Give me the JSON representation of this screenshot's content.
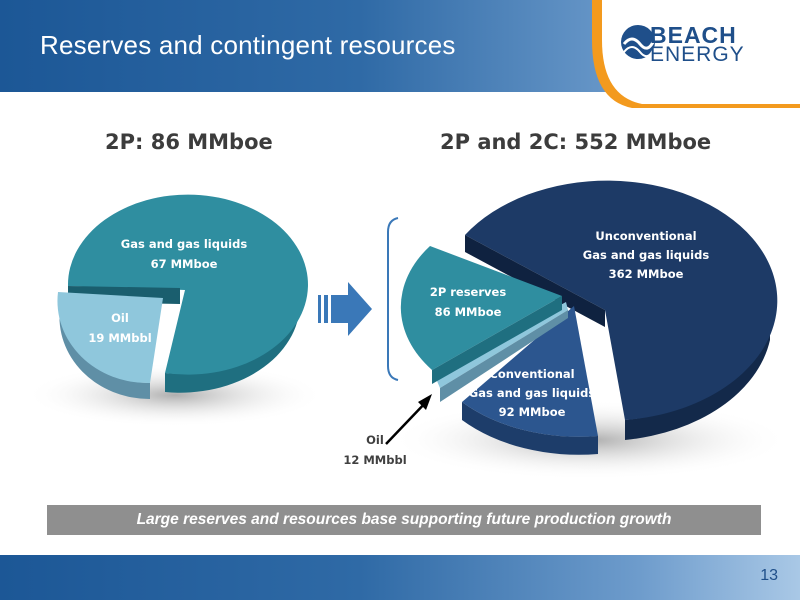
{
  "slide": {
    "title": "Reserves and contingent resources",
    "banner": "Large reserves and resources base supporting future production growth",
    "page_number": "13"
  },
  "logo": {
    "line1": "BEACH",
    "line2": "ENERGY"
  },
  "colors": {
    "header_blue": "#1c5796",
    "gas_teal": "#2f8ea0",
    "oil_light": "#8fc7dc",
    "unconventional_navy": "#1d3a66",
    "conventional_blue": "#2c568f",
    "logo_orange": "#f39a1e"
  },
  "chart_data": [
    {
      "type": "pie",
      "title": "2P: 86 MMboe",
      "slices": [
        {
          "label": "Gas and gas liquids",
          "value_label": "67 MMboe",
          "value": 67
        },
        {
          "label": "Oil",
          "value_label": "19 MMbbl",
          "value": 19
        }
      ]
    },
    {
      "type": "pie",
      "title": "2P and 2C: 552 MMboe",
      "slices": [
        {
          "label": "Unconventional",
          "sublabel": "Gas and gas liquids",
          "value_label": "362 MMboe",
          "value": 362
        },
        {
          "label": "Conventional",
          "sublabel": "Gas and gas liquids",
          "value_label": "92 MMboe",
          "value": 92
        },
        {
          "label": "Oil",
          "value_label": "12 MMbbl",
          "value": 12
        },
        {
          "label": "2P reserves",
          "value_label": "86 MMboe",
          "value": 86
        }
      ]
    }
  ]
}
